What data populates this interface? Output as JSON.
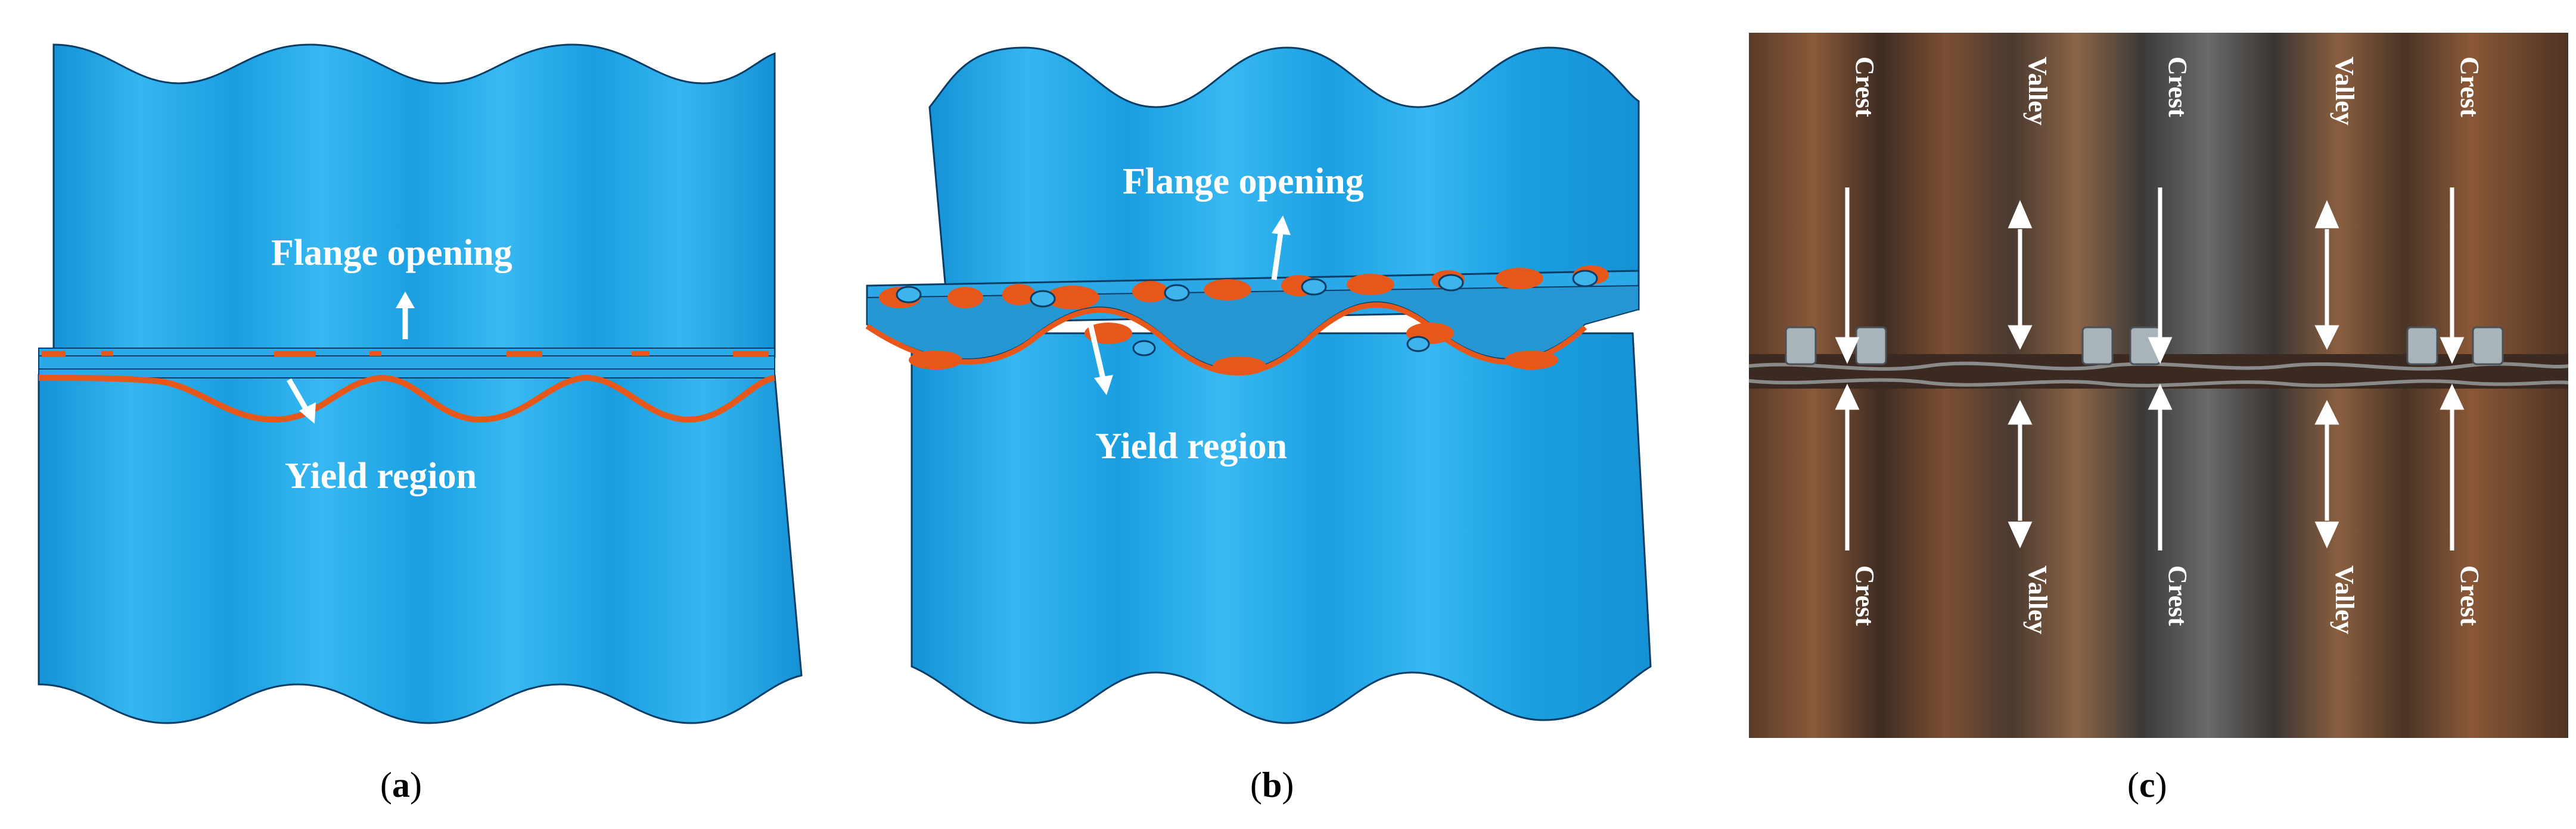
{
  "panels": {
    "a": {
      "caption_open": "(",
      "caption_letter": "a",
      "caption_close": ")",
      "flange_label": "Flange opening",
      "yield_label": "Yield region"
    },
    "b": {
      "caption_open": "(",
      "caption_letter": "b",
      "caption_close": ")",
      "flange_label": "Flange opening",
      "yield_label": "Yield region"
    },
    "c": {
      "caption_open": "(",
      "caption_letter": "c",
      "caption_close": ")",
      "top_labels": [
        "Crest",
        "Valley",
        "Crest",
        "Valley",
        "Crest"
      ],
      "bottom_labels": [
        "Crest",
        "Valley",
        "Crest",
        "Valley",
        "Crest"
      ]
    }
  },
  "colors": {
    "steel_blue": "#1a9ee0",
    "steel_blue_dark": "#0d7fc0",
    "yield_orange": "#e8571a",
    "rust_brown": "#6b4a35",
    "label_white": "#ffffff"
  }
}
